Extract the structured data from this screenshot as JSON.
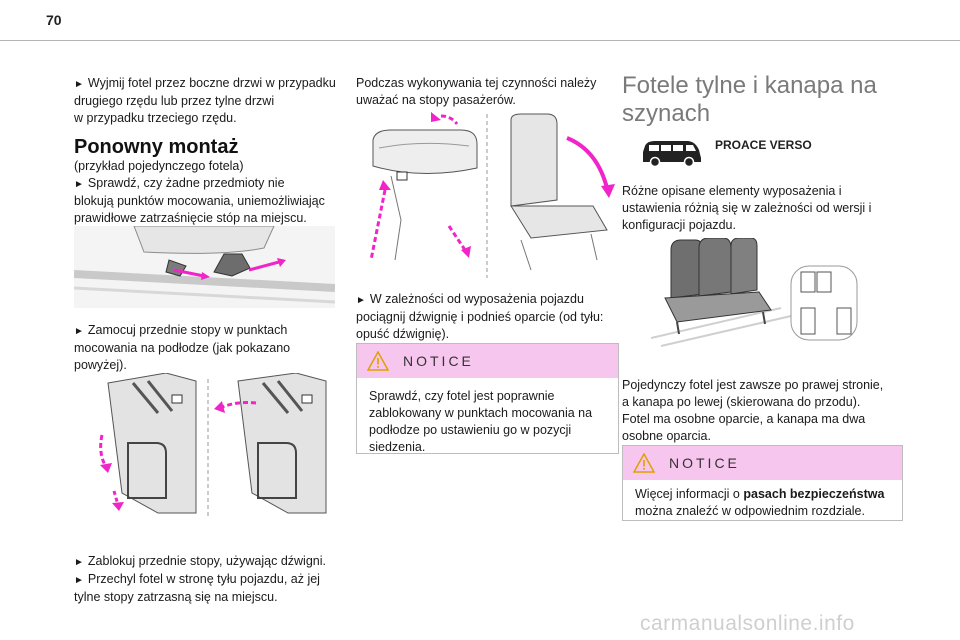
{
  "page_number": "70",
  "col1": {
    "bullet_intro": {
      "lines": [
        "Wyjmij fotel przez boczne drzwi w przypadku",
        "drugiego rzędu lub przez tylne drzwi",
        "w przypadku trzeciego rzędu."
      ]
    },
    "section_title": "Ponowny montaż",
    "example_note": "(przykład pojedynczego fotela)",
    "check_lines": [
      "Sprawdź, czy żadne przedmioty nie",
      "blokują punktów mocowania, uniemożliwiając",
      "prawidłowe zatrzaśnięcie stóp na miejscu."
    ],
    "fix_lines": [
      "Zamocuj przednie stopy w punktach",
      "mocowania na podłodze (jak pokazano",
      "powyżej)."
    ],
    "lock_line": "Zablokuj przednie stopy, używając dźwigni.",
    "tilt_lines": [
      "Przechyl fotel w stronę tyłu pojazdu, aż jej",
      "tylne stopy zatrzasną się na miejscu."
    ]
  },
  "col2": {
    "caution_lines": [
      "Podczas wykonywania tej czynności należy",
      "uważać na stopy pasażerów."
    ],
    "lever_lines": [
      "W zależności od wyposażenia pojazdu",
      "pociągnij dźwignię i podnieś oparcie (od tyłu:",
      "opuść dźwignię)."
    ],
    "notice": {
      "title": "NOTICE",
      "lines": [
        "Sprawdź, czy fotel jest poprawnie",
        "zablokowany w punktach mocowania na",
        "podłodze po ustawieniu go w pozycji",
        "siedzenia."
      ]
    }
  },
  "col3": {
    "title_line1": "Fotele tylne i kanapa na",
    "title_line2": "szynach",
    "model_label": "PROACE VERSO",
    "variants_lines": [
      "Różne opisane elementy wyposażenia i",
      "ustawienia różnią się w zależności od wersji i",
      "konfiguracji pojazdu."
    ],
    "layout_lines": [
      "Pojedynczy fotel jest zawsze po prawej stronie,",
      "a kanapa po lewej (skierowana do przodu).",
      "Fotel ma osobne oparcie, a kanapa ma dwa",
      "osobne oparcia."
    ],
    "notice": {
      "title": "NOTICE",
      "line1_prefix": "Więcej informacji o ",
      "line1_bold": "pasach bezpieczeństwa",
      "line2": "można znaleźć w odpowiednim rozdziale."
    }
  },
  "bullet_glyph": "►",
  "watermark": "carmanualsonline.info",
  "colors": {
    "accent_magenta": "#f024c8",
    "notice_bg": "#f7c6ee"
  }
}
